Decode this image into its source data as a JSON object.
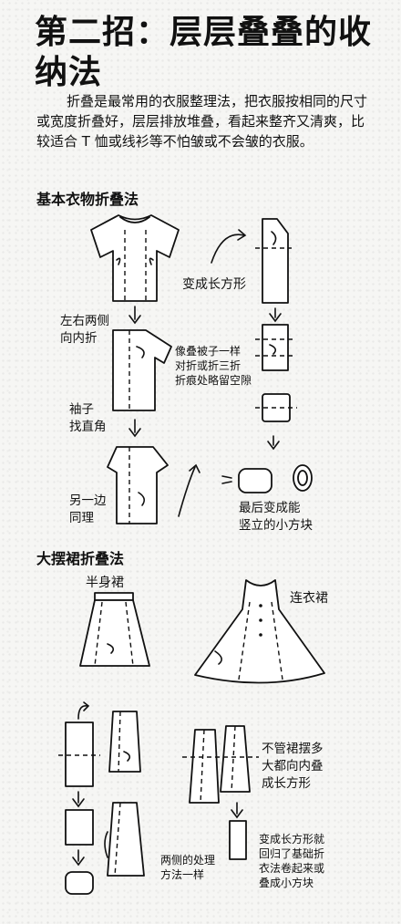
{
  "title": "第二招：层层叠叠的收纳法",
  "intro": "折叠是最常用的衣服整理法，把衣服按相同的尺寸或宽度折叠好，层层排放堆叠，看起来整齐又清爽，比较适合 T 恤或线衫等不怕皱或不会皱的衣服。",
  "sections": {
    "basic": {
      "heading": "基本衣物折叠法",
      "notes": {
        "fold_sides": "左右两侧\n向内折",
        "sleeve": "袖子\n找直角",
        "other_side": "另一边\n同理",
        "rectangle": "变成长方形",
        "quilt": "像叠被子一样\n对折或折三折\n折痕处略留空隙",
        "final": "最后变成能\n竖立的小方块"
      }
    },
    "skirt": {
      "heading": "大摆裙折叠法",
      "notes": {
        "half_skirt": "半身裙",
        "dress": "连衣裙",
        "any_hem": "不管裙摆多\n大都向内叠\n成长方形",
        "both_sides": "两侧的处理\n方法一样",
        "back_to_basic": "变成长方形就\n回归了基础折\n衣法卷起来或\n叠成小方块"
      }
    }
  },
  "icons": [
    "down-arrow-icon",
    "curved-arrow-icon",
    "fold-arrow-icon"
  ],
  "colors": {
    "ink": "#111111",
    "paper": "#f6f6f4"
  }
}
